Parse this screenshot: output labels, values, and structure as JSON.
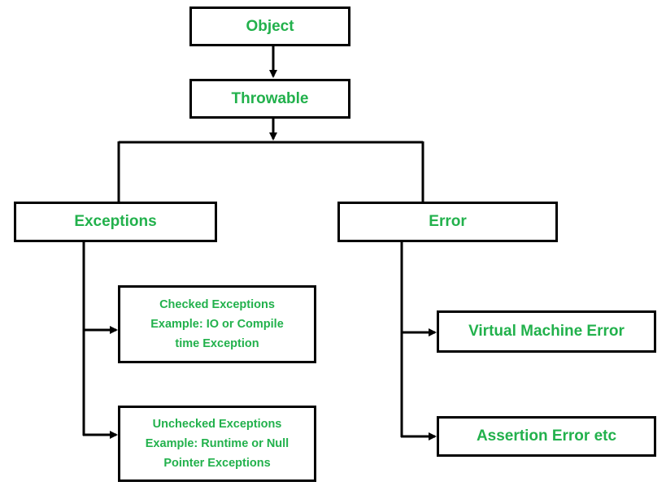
{
  "colors": {
    "node_text": "#22b14c",
    "border": "#000000",
    "background": "#ffffff"
  },
  "nodes": {
    "object": "Object",
    "throwable": "Throwable",
    "exceptions": "Exceptions",
    "error": "Error",
    "checked": [
      "Checked Exceptions",
      "Example: IO or Compile",
      "time Exception"
    ],
    "unchecked": [
      "Unchecked Exceptions",
      "Example: Runtime or Null",
      "Pointer Exceptions"
    ],
    "virtual_machine_error": "Virtual Machine Error",
    "assertion_error": "Assertion Error etc"
  }
}
